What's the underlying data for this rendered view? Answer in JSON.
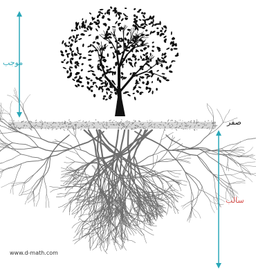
{
  "labels": {
    "positive": "موجب",
    "zero": "صفر",
    "negative": "سالب",
    "source": "www.d-math.com"
  },
  "colors": {
    "tree": "#111111",
    "roots": "#6e6e6e",
    "ground": "#7a7a7a",
    "axis_arrow": "#2aa7b8",
    "positive_label": "#2aa7b8",
    "negative_label": "#d9534f",
    "zero_label": "#222222"
  },
  "icons": {
    "tree": "tree-silhouette-icon",
    "roots": "root-system-icon"
  }
}
